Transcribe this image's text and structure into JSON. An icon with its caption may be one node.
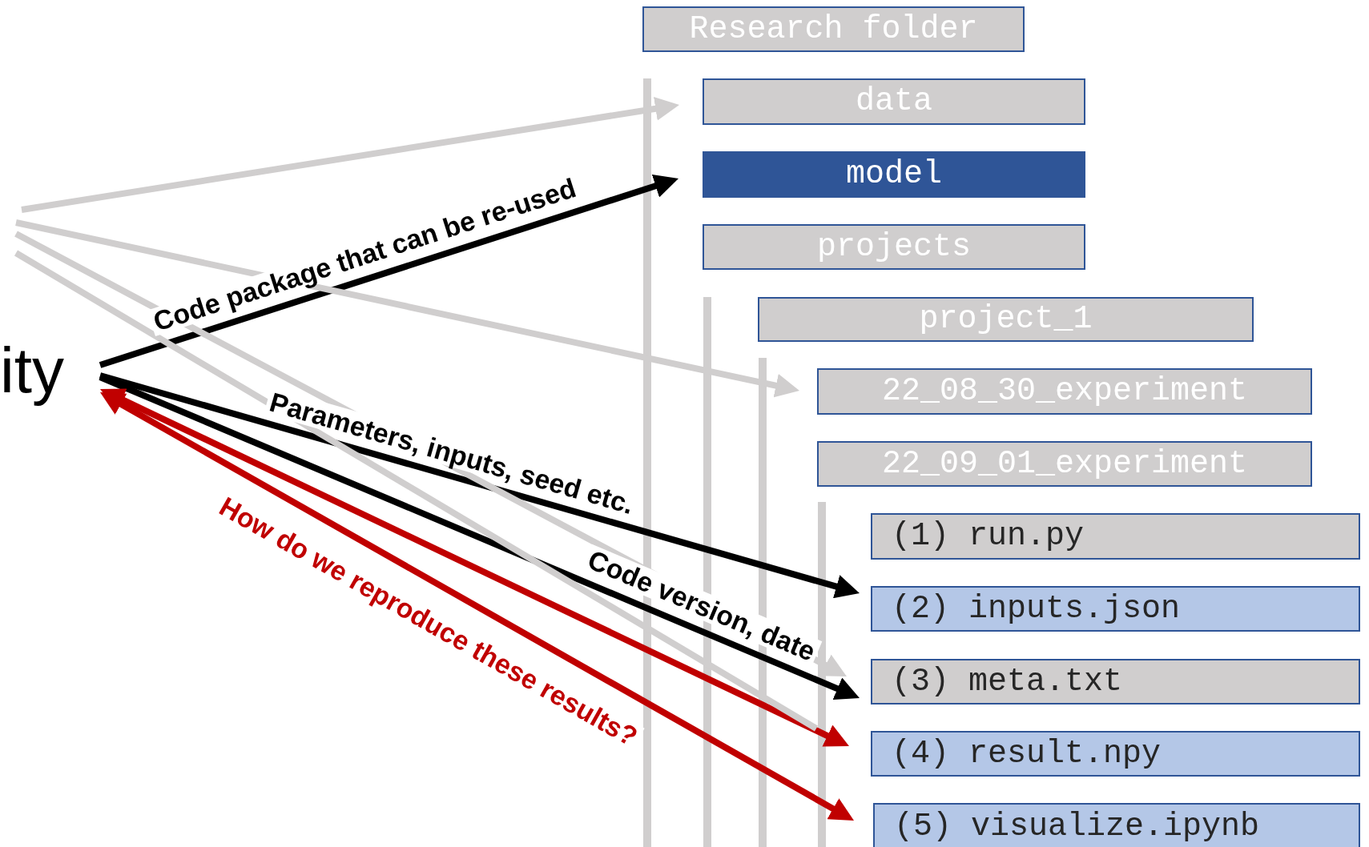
{
  "diagram": {
    "nodes": [
      {
        "text": [
          "ity"
        ]
      },
      {
        "text": [
          "Research folder"
        ]
      },
      {
        "text": [
          "data"
        ]
      },
      {
        "text": [
          "model"
        ]
      },
      {
        "text": [
          "projects"
        ]
      },
      {
        "text": [
          "project_1"
        ]
      },
      {
        "text": [
          "22_08_30_experiment"
        ]
      },
      {
        "text": [
          "22_09_01_experiment"
        ]
      },
      {
        "text": [
          "(1) run.py"
        ]
      },
      {
        "text": [
          "(2) inputs.json"
        ]
      },
      {
        "text": [
          "(3) meta.txt"
        ]
      },
      {
        "text": [
          "(4) result.npy"
        ]
      },
      {
        "text": [
          "(5) visualize.ipynb"
        ]
      }
    ],
    "edges": [
      {
        "from": 0,
        "to": 3,
        "arrow": "to",
        "label": "Code package that can be re-used",
        "color": "#000000"
      },
      {
        "from": 0,
        "to": 9,
        "arrow": "to",
        "label": "Parameters, inputs, seed etc.",
        "color": "#000000"
      },
      {
        "from": 0,
        "to": 10,
        "arrow": "to",
        "label": "Code version, date",
        "color": "#000000"
      },
      {
        "from": 0,
        "to": 11,
        "arrow": "both",
        "color": "#c00000"
      },
      {
        "from": 0,
        "to": 12,
        "arrow": "both",
        "label": "How do we reproduce these results?",
        "color": "#c00000"
      },
      {
        "from": null,
        "to": 2,
        "arrow": "to"
      },
      {
        "from": null,
        "to": 6,
        "arrow": "to"
      },
      {
        "from": null,
        "to": 10,
        "arrow": "to"
      },
      {
        "from": null,
        "to": 11,
        "arrow": "none"
      }
    ]
  }
}
